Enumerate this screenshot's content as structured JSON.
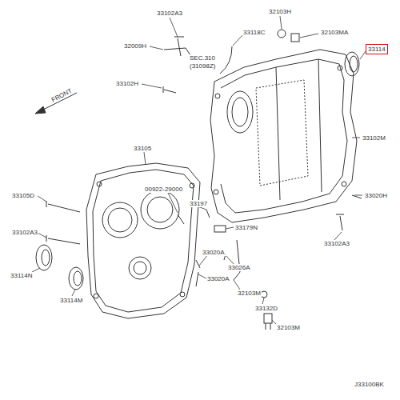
{
  "diagram": {
    "nodes": [
      {
        "text": [
          "33114"
        ]
      }
    ],
    "edges": [],
    "labels": [
      "33102A3",
      "33118C",
      "32103H",
      "32103MA",
      "32009H",
      "SEC.310",
      "(31098Z)",
      "33102H",
      "FRONT",
      "33105",
      "33102M",
      "33105D",
      "00922-29000",
      "33197",
      "33020H",
      "33102A3",
      "33179N",
      "33102A3",
      "33020A",
      "33026A",
      "33114N",
      "33114M",
      "33020A",
      "32103M",
      "33132D",
      "32103M",
      "J33100BK"
    ]
  }
}
